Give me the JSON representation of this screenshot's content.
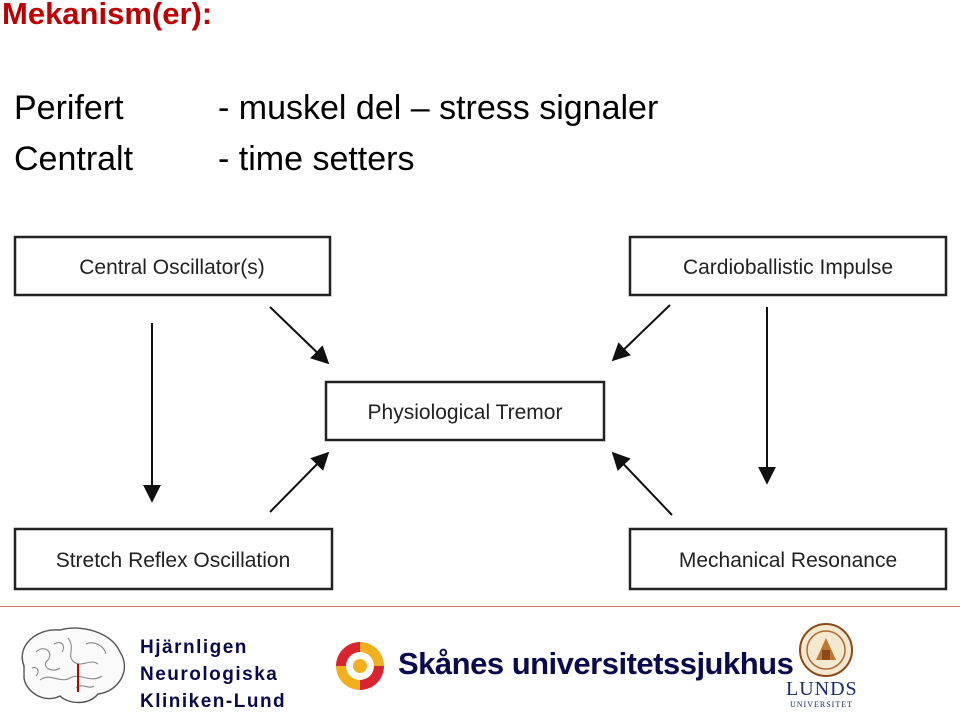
{
  "heading": "Mekanism(er):",
  "lines": [
    {
      "label": "Perifert",
      "text": "- muskel del – stress signaler"
    },
    {
      "label": "Centralt",
      "text": "- time setters"
    }
  ],
  "diagram": {
    "boxes": {
      "central_oscillators": "Central Oscillator(s)",
      "cardioballistic": "Cardioballistic Impulse",
      "physiological_tremor": "Physiological Tremor",
      "stretch_reflex": "Stretch Reflex Oscillation",
      "mechanical_resonance": "Mechanical Resonance"
    }
  },
  "footer": {
    "clinic_lines": [
      "Hjärnligen",
      "Neurologiska",
      "Kliniken-Lund"
    ],
    "hospital_name": "Skånes universitetssjukhus",
    "university_line1": "LUNDS",
    "university_line2": "UNIVERSITET"
  },
  "colors": {
    "heading": "#c00000",
    "footer_text": "#0a0a4e",
    "divider": "#e07070"
  }
}
